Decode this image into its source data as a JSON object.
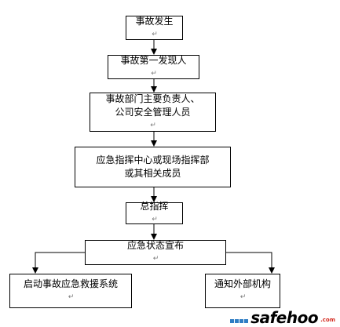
{
  "flowchart": {
    "paragraph_mark": "↵",
    "nodes": [
      {
        "lines": [
          "事故发生"
        ]
      },
      {
        "lines": [
          "事故第一发现人"
        ]
      },
      {
        "lines": [
          "事故部门主要负责人、",
          "公司安全管理人员"
        ]
      },
      {
        "lines": [
          "应急指挥中心或现场指挥部",
          "或其相关成员"
        ]
      },
      {
        "lines": [
          "总指挥"
        ]
      },
      {
        "lines": [
          "应急状态宣布"
        ]
      },
      {
        "lines": [
          "启动事故应急救援系统"
        ]
      },
      {
        "lines": [
          "通知外部机构"
        ]
      }
    ]
  },
  "watermark": {
    "brand": "safehoo",
    "domain": ".com",
    "colors": {
      "brand": "#2a74c3",
      "domain": "#d42a1f",
      "squares": "#2f7ec4"
    }
  }
}
